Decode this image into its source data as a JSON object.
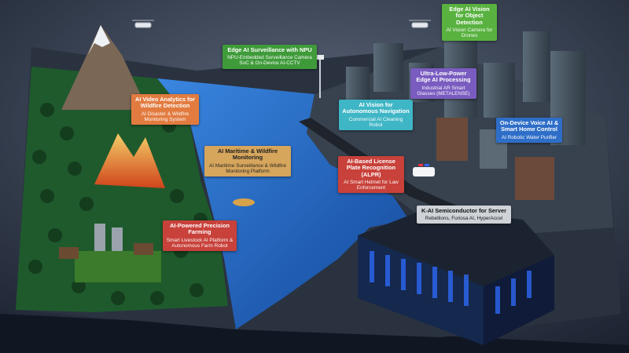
{
  "labels": {
    "edge_surveillance": {
      "title": "Edge AI Surveillance with NPU",
      "sub": "NPU-Embedded Surveillance Camera SoC & On-Device AI-CCTV"
    },
    "wildfire_detection": {
      "title": "AI Video Analytics for Wildfire Detection",
      "sub": "AI Disaster & Wildfire Monitoring System"
    },
    "maritime": {
      "title": "AI Maritime & Wildfire Monitoring",
      "sub": "AI Maritime Surveillance & Wildfire Monitoring Platform"
    },
    "precision_farming": {
      "title": "AI-Powered Precision Farming",
      "sub": "Smart Livestock AI Platform & Autonomous Farm Robot"
    },
    "autonomous_nav": {
      "title": "AI Vision for Autonomous Navigation",
      "sub": "Commercial AI Cleaning Robot"
    },
    "ultra_low_power": {
      "title": "Ultra-Low-Power Edge AI Processing",
      "sub": "Industrial AR Smart Glasses (METALENSE)"
    },
    "object_detection": {
      "title": "Edge AI Vision for Object Detection",
      "sub": "AI Vision Camera for Drones"
    },
    "license_plate": {
      "title": "AI-Based License Plate Recognition (ALPR)",
      "sub": "AI Smart Helmet for Law Enforcement"
    },
    "voice_ai": {
      "title": "On-Device Voice AI & Smart Home Control",
      "sub": "AI Robotic Water Purifier"
    },
    "semiconductor": {
      "title": "K-AI Semiconductor for Server",
      "sub": "Rebellions, Furiosa AI, HyperAccel"
    }
  },
  "colors": {
    "forest": "#1f5a2c",
    "water": "#2266c4",
    "base": "#232a36",
    "fire": "#ff7a1c",
    "server": "#14305e"
  },
  "icons": [
    "drone-icon",
    "drone-icon",
    "street-lamp-icon",
    "police-car-icon",
    "buoy-icon"
  ]
}
